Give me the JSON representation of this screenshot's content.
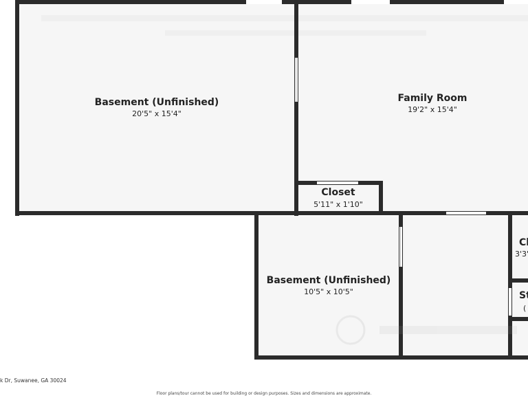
{
  "rooms": [
    {
      "name": "Basement (Unfinished)",
      "dims": "20'5\" x 15'4\""
    },
    {
      "name": "Family Room",
      "dims": "19'2\" x 15'4\""
    },
    {
      "name": "Closet",
      "dims": "5'11\" x 1'10\""
    },
    {
      "name": "Basement (Unfinished)",
      "dims": "10'5\" x 10'5\""
    },
    {
      "name": "Cl",
      "dims": "3'3\""
    },
    {
      "name": "St",
      "dims": "("
    }
  ],
  "footer": {
    "address": "k Dr, Suwanee, GA 30024",
    "disclaimer": "Floor plans/tour cannot be used for building or design purposes. Sizes and dimensions are approximate."
  },
  "colors": {
    "wall": "#2b2b2b",
    "floor": "#f6f6f6",
    "background": "#ffffff",
    "window": "#ffffff"
  }
}
